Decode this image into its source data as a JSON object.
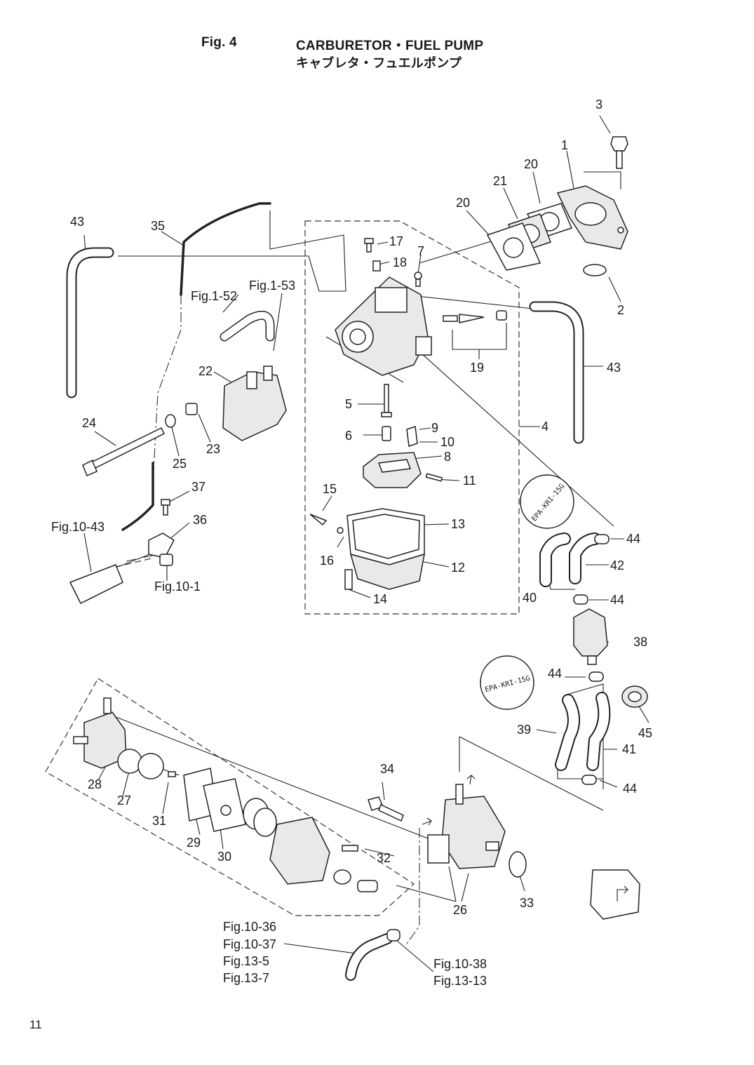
{
  "header": {
    "fig_no": "Fig. 4",
    "title_en": "CARBURETOR・FUEL PUMP",
    "title_jp": "キャブレタ・フュエルポンプ"
  },
  "page_number": "11",
  "stamps": [
    "EPA-KRI-15G",
    "EPA-KRI-15G"
  ],
  "callouts": {
    "p1": "1",
    "p2": "2",
    "p3": "3",
    "p4": "4",
    "p5": "5",
    "p6": "6",
    "p7": "7",
    "p8": "8",
    "p9": "9",
    "p10": "10",
    "p11": "11",
    "p12": "12",
    "p13": "13",
    "p14": "14",
    "p15": "15",
    "p16": "16",
    "p17": "17",
    "p18": "18",
    "p19": "19",
    "p20a": "20",
    "p20b": "20",
    "p21": "21",
    "p22": "22",
    "p23": "23",
    "p24": "24",
    "p25": "25",
    "p26": "26",
    "p27": "27",
    "p28": "28",
    "p29": "29",
    "p30": "30",
    "p31": "31",
    "p32": "32",
    "p33": "33",
    "p34": "34",
    "p35": "35",
    "p36": "36",
    "p37": "37",
    "p38": "38",
    "p39": "39",
    "p40": "40",
    "p41": "41",
    "p42": "42",
    "p43a": "43",
    "p43b": "43",
    "p44a": "44",
    "p44b": "44",
    "p44c": "44",
    "p44d": "44",
    "p45": "45"
  },
  "refs": {
    "fig1_52": "Fig.1-52",
    "fig1_53": "Fig.1-53",
    "fig10_43": "Fig.10-43",
    "fig10_1": "Fig.10-1",
    "fig10_36": "Fig.10-36",
    "fig10_37": "Fig.10-37",
    "fig13_5": "Fig.13-5",
    "fig13_7": "Fig.13-7",
    "fig10_38": "Fig.10-38",
    "fig13_13": "Fig.13-13"
  }
}
